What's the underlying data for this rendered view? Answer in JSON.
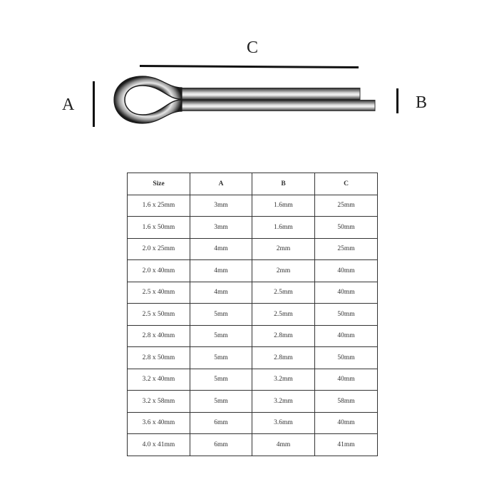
{
  "diagram": {
    "labels": {
      "a": "A",
      "b": "B",
      "c": "C"
    },
    "colors": {
      "pin_dark": "#2a2a2a",
      "pin_light": "#e8e8e8",
      "line": "#111111"
    }
  },
  "table": {
    "headers": [
      "Size",
      "A",
      "B",
      "C"
    ],
    "rows": [
      [
        "1.6 x 25mm",
        "3mm",
        "1.6mm",
        "25mm"
      ],
      [
        "1.6 x 50mm",
        "3mm",
        "1.6mm",
        "50mm"
      ],
      [
        "2.0 x 25mm",
        "4mm",
        "2mm",
        "25mm"
      ],
      [
        "2.0 x 40mm",
        "4mm",
        "2mm",
        "40mm"
      ],
      [
        "2.5 x 40mm",
        "4mm",
        "2.5mm",
        "40mm"
      ],
      [
        "2.5 x 50mm",
        "5mm",
        "2.5mm",
        "50mm"
      ],
      [
        "2.8 x 40mm",
        "5mm",
        "2.8mm",
        "40mm"
      ],
      [
        "2.8 x 50mm",
        "5mm",
        "2.8mm",
        "50mm"
      ],
      [
        "3.2 x 40mm",
        "5mm",
        "3.2mm",
        "40mm"
      ],
      [
        "3.2 x 58mm",
        "5mm",
        "3.2mm",
        "58mm"
      ],
      [
        "3.6 x 40mm",
        "6mm",
        "3.6mm",
        "40mm"
      ],
      [
        "4.0 x 41mm",
        "6mm",
        "4mm",
        "41mm"
      ]
    ]
  }
}
